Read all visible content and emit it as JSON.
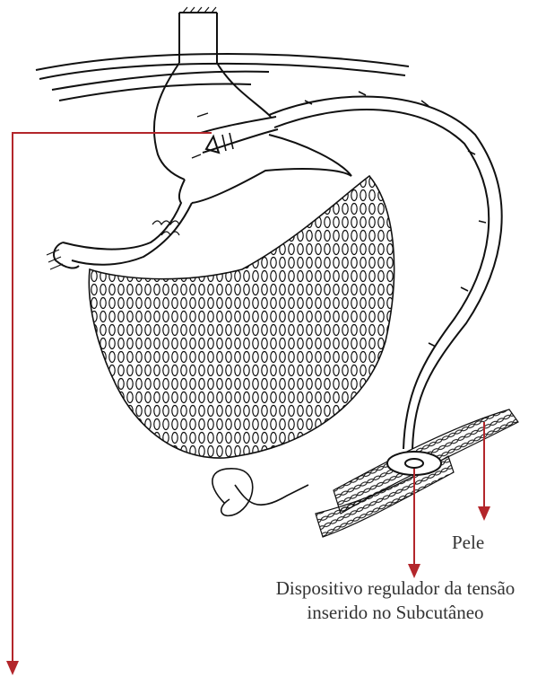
{
  "labels": {
    "skin": "Pele",
    "device_line1": "Dispositivo regulador da tensão",
    "device_line2": "inserido no Subcutâneo"
  },
  "colors": {
    "arrow": "#b3262b",
    "ink": "#111111",
    "text": "#333333"
  }
}
